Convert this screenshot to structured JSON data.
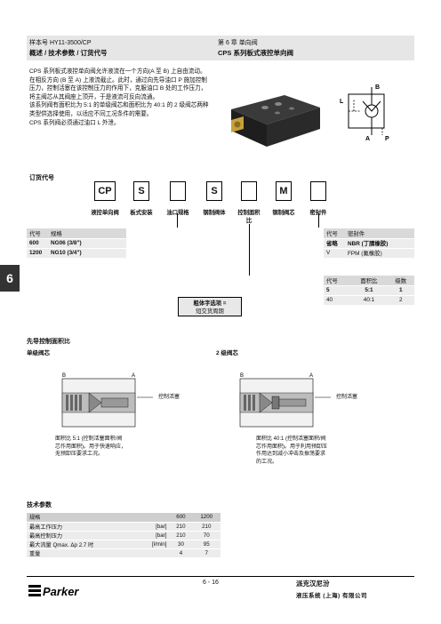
{
  "header": {
    "catalog": "样本号 HY11-3500/CP",
    "section": "概述 / 技术参数 / 订货代号",
    "chapter": "第 6 章  单向阀",
    "series_title": "CPS 系列板式液控单向阀"
  },
  "intro": [
    "CPS 系列板式液控单向阀允许液流在一个方向(A 至 B) 上自由流动。",
    "在相反方向 (B 至 A) 上液流截止。此时，通过向先导油口 P 施加控制压力，控制活塞在该控制压力的作用下，克服油口 B 处的工作压力，将主阀芯从其阀座上顶开，于是液流可反向流通。",
    "该系列阀有面积比为 5:1 的单级阀芯和面积比为 40:1 的 2 级阀芯两种类型供选择使用，以适应不同工况条件的需要。",
    "CPS 系列阀必须通过油口 L 外泄。"
  ],
  "symbol": {
    "port_b": "B",
    "port_l": "L",
    "port_a": "A",
    "port_p": "P"
  },
  "tab_number": "6",
  "ordering": {
    "title": "订货代号",
    "boxes": [
      "CP",
      "S",
      "",
      "S",
      "",
      "M",
      ""
    ],
    "labels": [
      "液控单向阀",
      "板式安装",
      "油口规格",
      "钢制阀体",
      "控制面积比",
      "钢制阀芯",
      "密封件"
    ],
    "size_table": {
      "headers": [
        "代号",
        "规格"
      ],
      "rows": [
        [
          "600",
          "NG06 (3/8\")"
        ],
        [
          "1200",
          "NG10 (3/4\")"
        ]
      ]
    },
    "seal_table": {
      "headers": [
        "代号",
        "密封件"
      ],
      "rows": [
        [
          "省略",
          "NBR (丁腈橡胶)"
        ],
        [
          "V",
          "FPM (氟橡胶)"
        ]
      ]
    },
    "ratio_table": {
      "headers": [
        "代号",
        "面积比",
        "级数"
      ],
      "rows": [
        [
          "5",
          "5:1",
          "1"
        ],
        [
          "40",
          "40:1",
          "2"
        ]
      ]
    },
    "note_line1": "粗体字选项 =",
    "note_line2": "短交货周期"
  },
  "pilot": {
    "title": "先导控制面积比",
    "single_title": "单级阀芯",
    "double_title": "2 级阀芯",
    "single_label": "控制活塞",
    "double_label": "控制活塞",
    "single_b": "B",
    "single_a": "A",
    "double_b": "B",
    "double_a": "A",
    "single_caption": "面积比 5:1 (控制活塞面积/阀芯作用面积)。用于快速响应，无预卸压要求工况。",
    "double_caption": "面积比 40:1 (控制活塞面积/阀芯作用面积)。用于利用预卸压作用达到减小冲击及振荡要求的工况。"
  },
  "tech": {
    "title": "技术参数",
    "rows": [
      [
        "规格",
        "",
        "600",
        "1200"
      ],
      [
        "最高工作压力",
        "[bar]",
        "210",
        "210"
      ],
      [
        "最高控制压力",
        "[bar]",
        "210",
        "70"
      ],
      [
        "最大流量 Qmax. Δp 2.7 时",
        "[l/min]",
        "30",
        "95"
      ],
      [
        "重量",
        "",
        "4",
        "7"
      ]
    ]
  },
  "footer": {
    "page": "6 - 16",
    "brand_cn": "派克汉尼汾",
    "company": "液压系统 (上海) 有限公司",
    "logo_text": "Parker"
  }
}
